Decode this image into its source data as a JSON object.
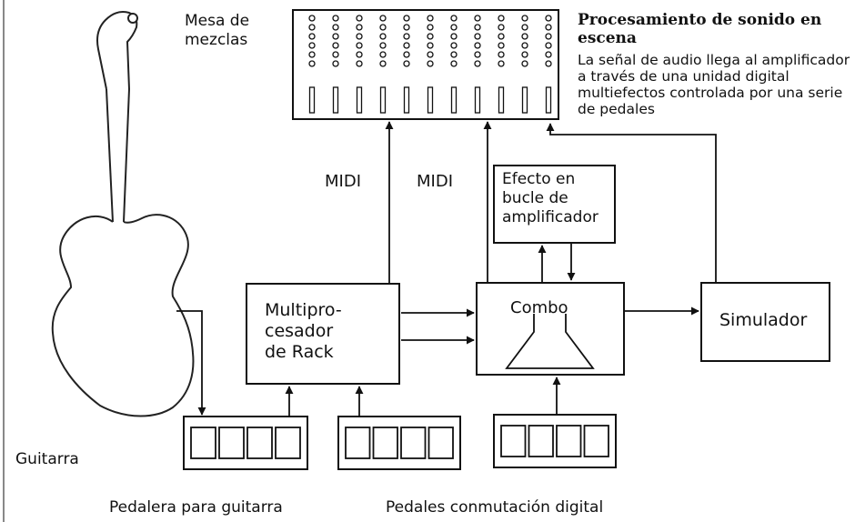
{
  "labels": {
    "mixer": "Mesa de mezclas",
    "mixer_line1": "Mesa de",
    "mixer_line2": "mezclas",
    "midi_left": "MIDI",
    "midi_right": "MIDI",
    "guitar": "Guitarra",
    "guitar_pedalboard": "Pedalera para guitarra",
    "digital_switch_pedals": "Pedales conmutación digital"
  },
  "boxes": {
    "loop_effect": [
      "Efecto en",
      "bucle de",
      "amplificador"
    ],
    "rack": [
      "Multipro-",
      "cesador",
      "de Rack"
    ],
    "combo": "Combo",
    "simulator": "Simulador"
  },
  "info": {
    "title": "Procesamiento de sonido en escena",
    "description": "La señal de audio llega al amplificador a través de una unidad digital multiefectos controlada por una serie de pedales"
  }
}
